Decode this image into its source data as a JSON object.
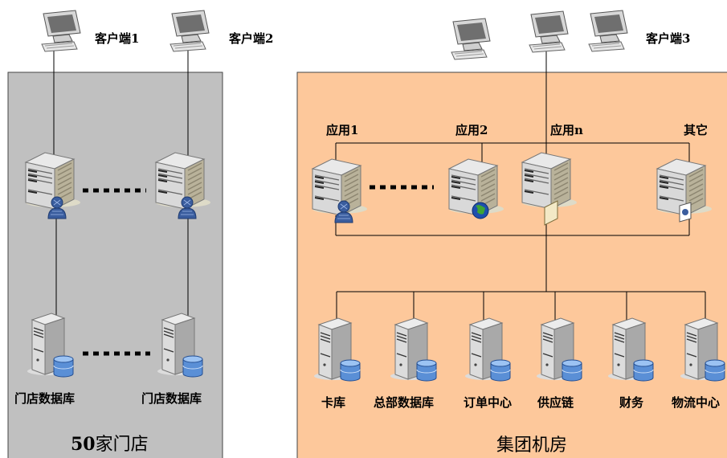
{
  "left_panel": {
    "title_num": "50",
    "title_text": "家门店",
    "clients": [
      "客户端1",
      "客户端2"
    ],
    "databases": [
      "门店数据库",
      "门店数据库"
    ]
  },
  "right_panel": {
    "title": "集团机房",
    "client": "客户端3",
    "apps": [
      "应用1",
      "应用2",
      "应用n",
      "其它"
    ],
    "databases": [
      "卡库",
      "总部数据库",
      "订单中心",
      "供应链",
      "财务",
      "物流中心"
    ]
  },
  "colors": {
    "left_bg": "#c0c0c0",
    "right_bg": "#fdc89b",
    "user_icon": "#3a5d9e",
    "db_icon": "#5a8fd6"
  }
}
